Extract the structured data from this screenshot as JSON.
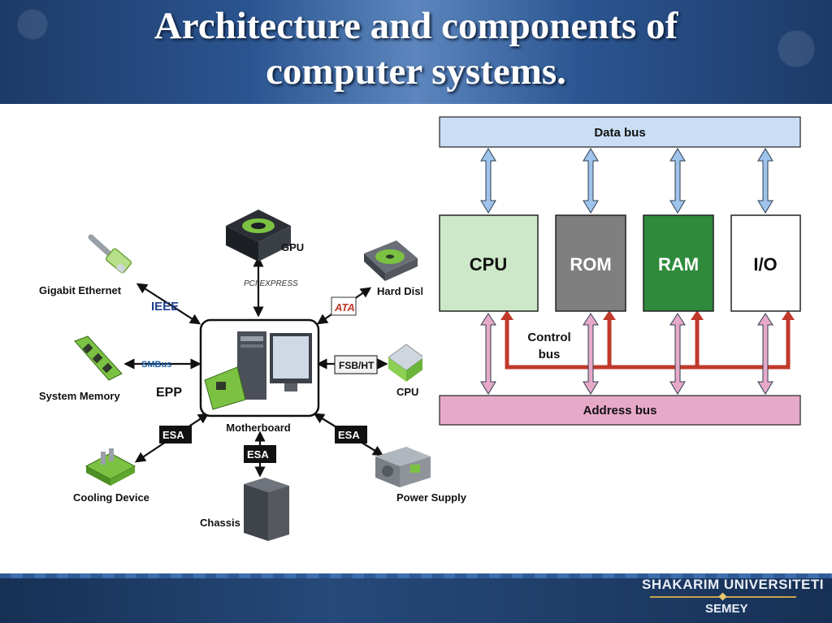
{
  "slide": {
    "title_line1": "Architecture and components of",
    "title_line2": "computer systems."
  },
  "components_diagram": {
    "center": "Motherboard",
    "nodes": [
      {
        "label": "GPU",
        "interface": "PCI EXPRESS",
        "icon": "gpu-card-icon"
      },
      {
        "label": "Gigabit Ethernet",
        "interface": "IEEE",
        "icon": "ethernet-cable-icon"
      },
      {
        "label": "Hard Disk",
        "interface": "ATA",
        "icon": "hard-disk-icon"
      },
      {
        "label": "System Memory",
        "interface": "EPP",
        "interface_logo": "SMBus",
        "icon": "memory-module-icon"
      },
      {
        "label": "CPU",
        "interface": "FSB/HT",
        "icon": "cpu-chip-icon"
      },
      {
        "label": "Cooling Device",
        "interface": "ESA",
        "icon": "cooling-device-icon"
      },
      {
        "label": "Chassis",
        "interface": "ESA",
        "icon": "chassis-icon"
      },
      {
        "label": "Power Supply",
        "interface": "ESA",
        "icon": "power-supply-icon"
      }
    ]
  },
  "bus_diagram": {
    "data_bus": "Data bus",
    "address_bus": "Address bus",
    "control_bus_line1": "Control",
    "control_bus_line2": "bus",
    "units": [
      {
        "label": "CPU",
        "fill": "#cde8c8",
        "text_color": "#111111"
      },
      {
        "label": "ROM",
        "fill": "#7f7f7f",
        "text_color": "#ffffff"
      },
      {
        "label": "RAM",
        "fill": "#2f8a3c",
        "text_color": "#ffffff"
      },
      {
        "label": "I/O",
        "fill": "#ffffff",
        "text_color": "#111111"
      }
    ],
    "colors": {
      "data_bus": "#c9def4",
      "address_bus": "#e7a9c8",
      "control_bus": "#c0392b"
    }
  },
  "footer": {
    "brand_line1": "SHAKARIM UNIVERSITETI",
    "brand_line2": "SEMEY"
  }
}
